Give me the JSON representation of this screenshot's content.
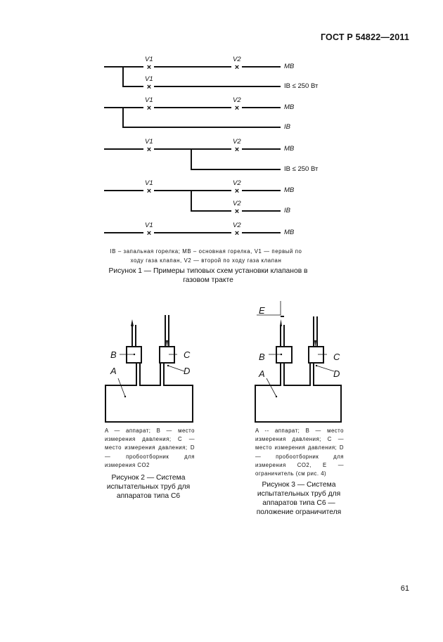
{
  "header": {
    "standard": "ГОСТ Р 54822—2011"
  },
  "figure1": {
    "valve1": "V1",
    "valve2": "V2",
    "main_burner": "MB",
    "ignition_burner": "IB",
    "ignition_burner_limited": "IB ≤ 250 Вт",
    "legend": "IB – запальная горелка; MB – основная горелка, V1 — первый по ходу газа клапан, V2 — второй по ходу газа клапан",
    "caption": "Рисунок 1 — Примеры типовых схем установки клапанов в газовом тракте"
  },
  "figure2": {
    "label_a": "A",
    "label_b": "B",
    "label_c": "C",
    "label_d": "D",
    "legend": "A — аппарат; B — место измерения давления; C — место измерения давления; D — пробоотборник для измерения CO2",
    "caption": "Рисунок 2 — Система испытательных труб для аппаратов типа C6"
  },
  "figure3": {
    "label_a": "A",
    "label_b": "B",
    "label_c": "C",
    "label_d": "D",
    "label_e": "E",
    "legend": "A -- аппарат; B — место измерения давления; C — место измерения давления; D — пробоотборник для измерения CO2, E — ограничитель (см рис. 4)",
    "caption": "Рисунок 3 — Система испытательных труб для аппаратов типа C6 — положение ограничителя"
  },
  "page": {
    "number": "61"
  }
}
